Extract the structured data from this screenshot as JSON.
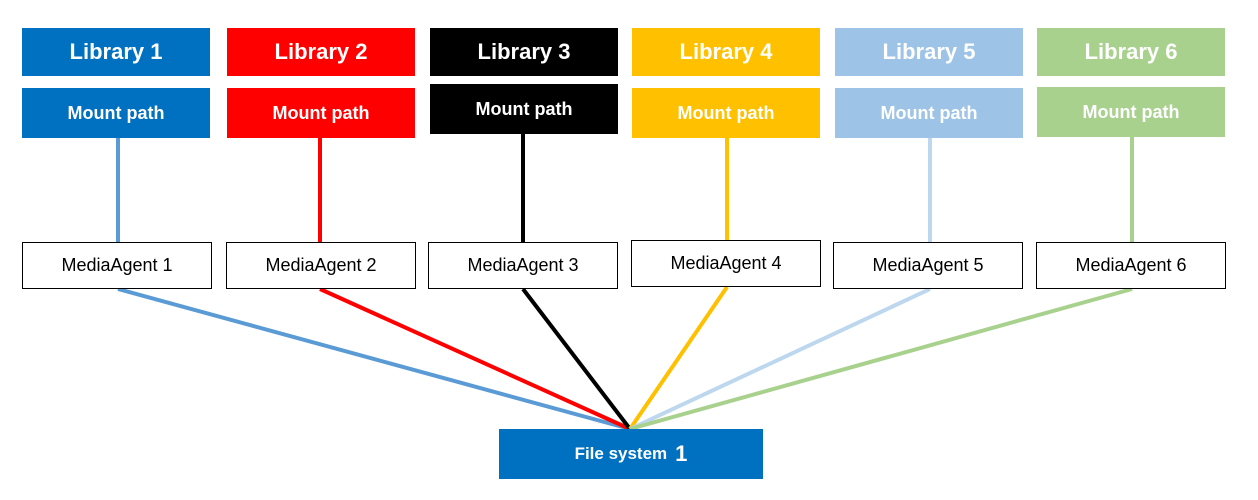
{
  "file_system": {
    "label": "File system",
    "number": "1",
    "color": "#0070c0"
  },
  "columns": [
    {
      "library": "Library 1",
      "mount": "Mount path",
      "agent": "MediaAgent 1",
      "color": "#0070c0",
      "line_color": "#5b9bd5"
    },
    {
      "library": "Library 2",
      "mount": "Mount path",
      "agent": "MediaAgent 2",
      "color": "#ff0000",
      "line_color": "#ff0000"
    },
    {
      "library": "Library 3",
      "mount": "Mount path",
      "agent": "MediaAgent 3",
      "color": "#000000",
      "line_color": "#000000"
    },
    {
      "library": "Library 4",
      "mount": "Mount path",
      "agent": "MediaAgent 4",
      "color": "#ffc000",
      "line_color": "#ffc000"
    },
    {
      "library": "Library 5",
      "mount": "Mount path",
      "agent": "MediaAgent 5",
      "color": "#9dc3e6",
      "line_color": "#bdd7ee"
    },
    {
      "library": "Library 6",
      "mount": "Mount path",
      "agent": "MediaAgent 6",
      "color": "#a9d18e",
      "line_color": "#a9d18e"
    }
  ]
}
